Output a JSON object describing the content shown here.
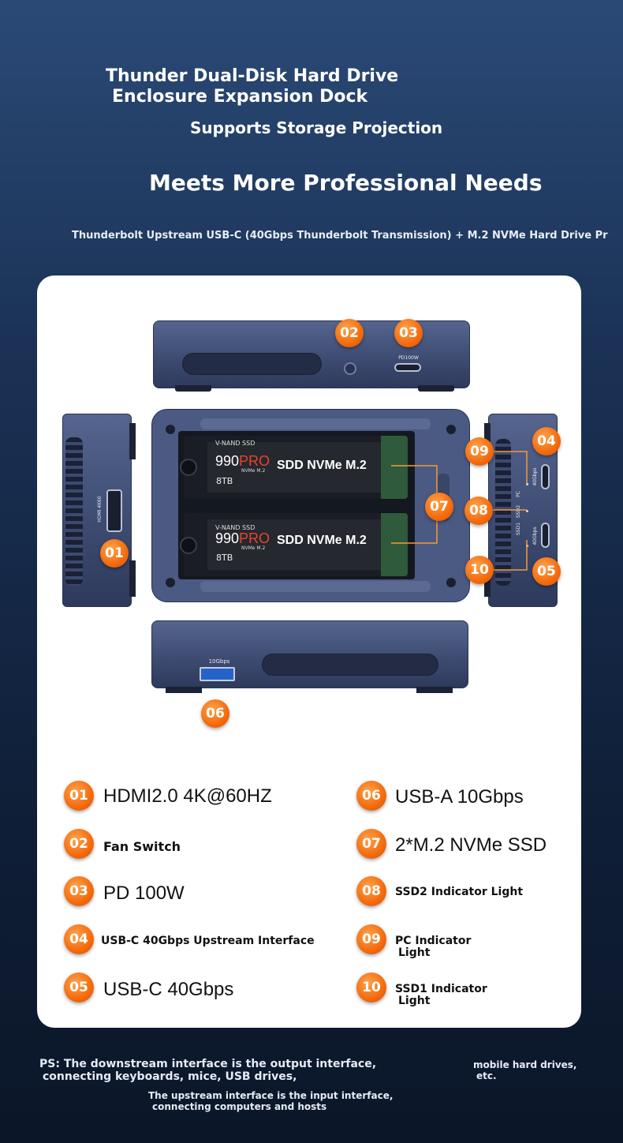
{
  "header": {
    "title_line1": "Thunder Dual-Disk Hard Drive",
    "title_line2": "Enclosure Expansion Dock",
    "subtitle": "Supports Storage Projection",
    "headline": "Meets More Professional Needs",
    "tagline": "Thunderbolt Upstream USB-C (40Gbps Thunderbolt Transmission) + M.2 NVMe Hard Drive Pr"
  },
  "device": {
    "port_labels": {
      "pd": "PD100W",
      "hdmi": "HDMI 4K60",
      "usb_a": "10Gbps",
      "usbc_top": "40Gbps",
      "usbc_bottom": "40Gbps",
      "led_pc": "PC",
      "led_ssd2": "SSD2",
      "led_ssd1": "SSD1"
    },
    "ssd": {
      "brand": "V-NAND SSD",
      "model_a": "990",
      "model_b": "PRO",
      "sub": "NVMe M.2",
      "capacity": "8TB",
      "label": "SDD NVMe M.2"
    },
    "badges": [
      "01",
      "02",
      "03",
      "04",
      "05",
      "06",
      "07",
      "08",
      "09",
      "10"
    ]
  },
  "legend": [
    {
      "num": "01",
      "text": "HDMI2.0 4K@60HZ"
    },
    {
      "num": "02",
      "text": "Fan Switch"
    },
    {
      "num": "03",
      "text": "PD 100W"
    },
    {
      "num": "04",
      "text": "USB-C 40Gbps Upstream Interface"
    },
    {
      "num": "05",
      "text": "USB-C 40Gbps"
    },
    {
      "num": "06",
      "text": "USB-A 10Gbps"
    },
    {
      "num": "07",
      "text": "2*M.2 NVMe SSD"
    },
    {
      "num": "08",
      "text": "SSD2 Indicator Light"
    },
    {
      "num": "09",
      "text_line1": "PC Indicator",
      "text_line2": "Light"
    },
    {
      "num": "10",
      "text_line1": "SSD1 Indicator",
      "text_line2": "Light"
    }
  ],
  "footnote": {
    "line1": "PS: The downstream interface is the output interface,",
    "line2": "connecting keyboards, mice, USB drives,",
    "line3a": "mobile hard drives,",
    "line3b": "etc.",
    "line4": "The upstream interface is the input interface,",
    "line5": "connecting computers and hosts"
  },
  "colors": {
    "accent": "#f46b0d",
    "device_body": "#3c4a70",
    "background_top": "#2a4a76",
    "background_bottom": "#0b1628"
  }
}
